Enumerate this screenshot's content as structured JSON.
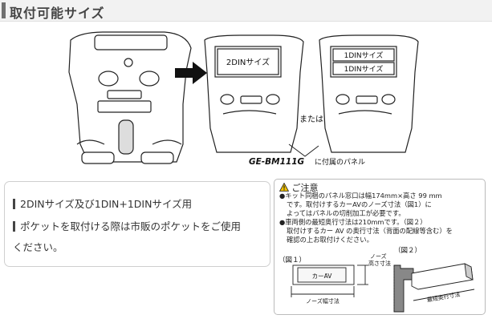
{
  "header": {
    "title": "取付可能サイズ"
  },
  "illustration": {
    "panel_2din_label": "2DINサイズ",
    "panel_1din_top_label": "1DINサイズ",
    "panel_1din_bottom_label": "1DINサイズ",
    "or_label": "または",
    "model_name": "GE-BM111G",
    "model_caption": "に付属のパネル"
  },
  "sizes": {
    "line1": "2DINサイズ及び1DIN+1DINサイズ用",
    "line2a": "ポケットを取付ける際は市販のポケットをご使用",
    "line2b": "ください。"
  },
  "caution": {
    "title": "ご注意",
    "p1a": "●キット同梱のパネル窓口は幅174mm×高さ 99 mm",
    "p1b": "です。取付けするカーAVのノーズ寸法（図1）に",
    "p1c": "よってはパネルの切削加工が必要です。",
    "p2a": "●車両側の最短奥行寸法は210mmです。（図２）",
    "p2b": "取付けするカー AV の奥行寸法（背面の配線等含む）を",
    "p2c": "確認の上お取付けください。",
    "fig1_label": "（図１）",
    "fig2_label": "（図２）",
    "nose_height_label_1": "ノーズ",
    "nose_height_label_2": "高さ寸法",
    "car_av_label": "カーAV",
    "nose_width_label": "ノーズ幅寸法",
    "min_depth_label": "最短奥行寸法"
  }
}
